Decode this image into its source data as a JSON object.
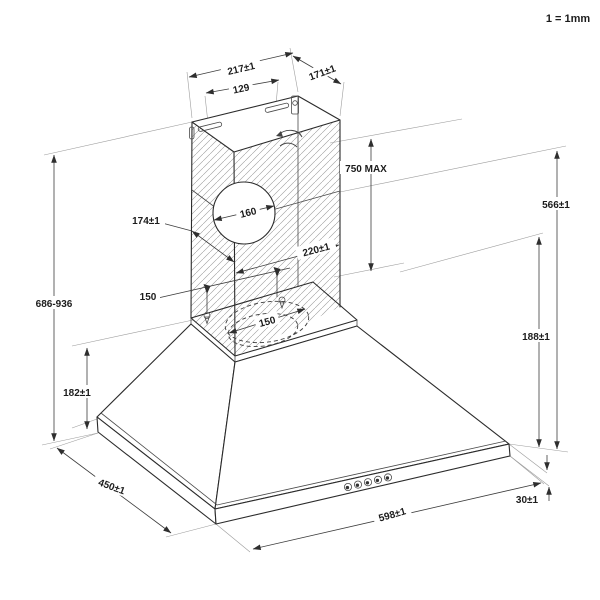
{
  "scale_note": "1 = 1mm",
  "subject": "chimney-cooker-hood-installation-drawing",
  "unit": "mm",
  "dims": {
    "top_width": "217±1",
    "slot_spacing": "129",
    "top_depth": "171±1",
    "max_height": "750 MAX",
    "duct_depth": "174±1",
    "outlet_dia": "160",
    "duct_width": "220±1",
    "hook_spacing": "150",
    "outlet_hole_dia": "150",
    "overall_height": "686-936",
    "body_height": "566±1",
    "canopy_height_right": "188±1",
    "canopy_height_left": "182±1",
    "hood_depth": "450±1",
    "hood_width": "598±1",
    "rim_height": "30±1"
  },
  "icons": {
    "airflow": "airflow-arrow",
    "buttons": "hood-control-buttons"
  },
  "controls": {
    "button_count": 5
  }
}
